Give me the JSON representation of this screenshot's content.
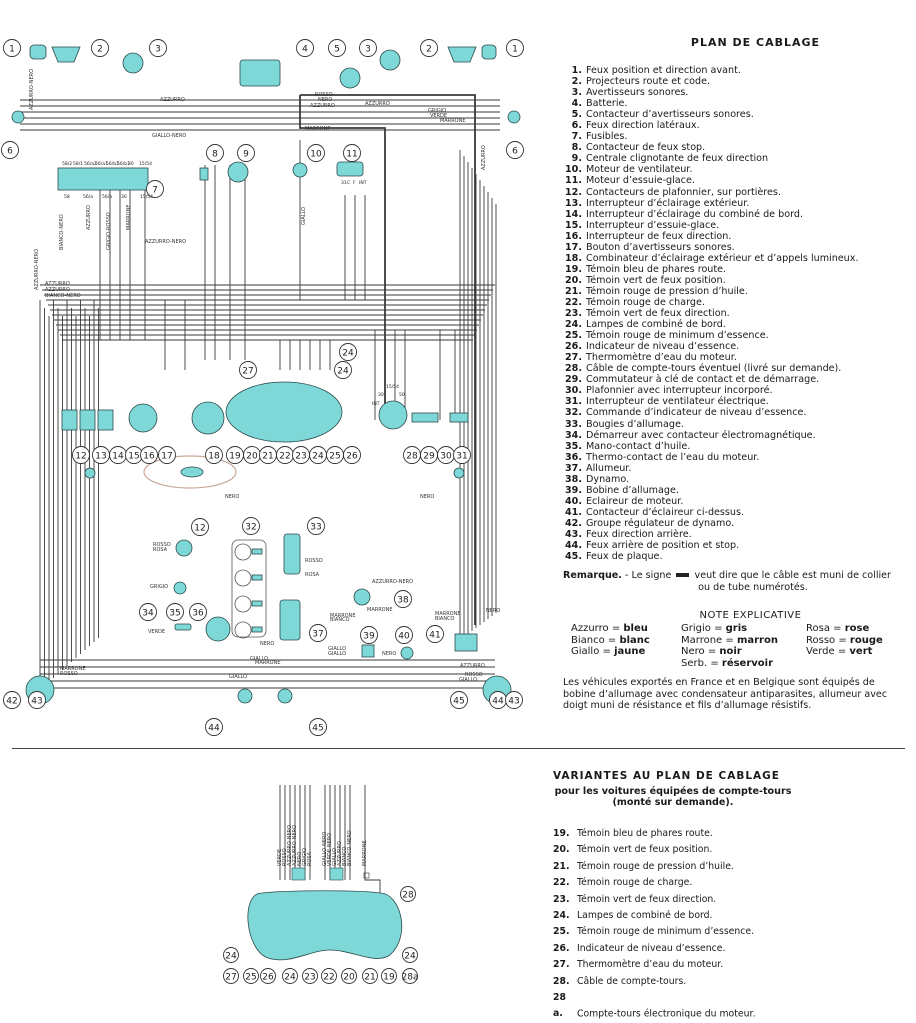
{
  "legend": {
    "title": "PLAN DE CABLAGE",
    "items": [
      {
        "num": "1.",
        "text": "Feux position et direction avant."
      },
      {
        "num": "2.",
        "text": "Projecteurs route et code."
      },
      {
        "num": "3.",
        "text": "Avertisseurs sonores."
      },
      {
        "num": "4.",
        "text": "Batterie."
      },
      {
        "num": "5.",
        "text": "Contacteur d’avertisseurs sonores."
      },
      {
        "num": "6.",
        "text": "Feux direction latéraux."
      },
      {
        "num": "7.",
        "text": "Fusibles."
      },
      {
        "num": "8.",
        "text": "Contacteur de feux stop."
      },
      {
        "num": "9.",
        "text": "Centrale clignotante de feux direction"
      },
      {
        "num": "10.",
        "text": "Moteur de ventilateur."
      },
      {
        "num": "11.",
        "text": "Moteur d’essuie-glace."
      },
      {
        "num": "12.",
        "text": "Contacteurs de plafonnier, sur portières."
      },
      {
        "num": "13.",
        "text": "Interrupteur d’éclairage extérieur."
      },
      {
        "num": "14.",
        "text": "Interrupteur d’éclairage du combiné de bord."
      },
      {
        "num": "15.",
        "text": "Interrupteur d’essuie-glace."
      },
      {
        "num": "16.",
        "text": "Interrupteur de feux direction."
      },
      {
        "num": "17.",
        "text": "Bouton d’avertisseurs sonores."
      },
      {
        "num": "18.",
        "text": "Combinateur d’éclairage extérieur et d’appels lumineux."
      },
      {
        "num": "19.",
        "text": "Témoin bleu de phares route."
      },
      {
        "num": "20.",
        "text": "Témoin vert de feux position."
      },
      {
        "num": "21.",
        "text": "Témoin rouge de pression d’huile."
      },
      {
        "num": "22.",
        "text": "Témoin rouge de charge."
      },
      {
        "num": "23.",
        "text": "Témoin vert de feux direction."
      },
      {
        "num": "24.",
        "text": "Lampes de combiné de bord."
      },
      {
        "num": "25.",
        "text": "Témoin rouge de minimum d’essence."
      },
      {
        "num": "26.",
        "text": "Indicateur de niveau d’essence."
      },
      {
        "num": "27.",
        "text": "Thermomètre d’eau du moteur."
      },
      {
        "num": "28.",
        "text": "Câble de compte-tours éventuel (livré sur demande)."
      },
      {
        "num": "29.",
        "text": "Commutateur à clé de contact et de démarrage."
      },
      {
        "num": "30.",
        "text": "Plafonnier avec interrupteur incorporé."
      },
      {
        "num": "31.",
        "text": "Interrupteur de ventilateur électrique."
      },
      {
        "num": "32.",
        "text": "Commande d’indicateur de niveau d’essence."
      },
      {
        "num": "33.",
        "text": "Bougies d’allumage."
      },
      {
        "num": "34.",
        "text": "Démarreur avec contacteur électromagnétique."
      },
      {
        "num": "35.",
        "text": "Mano-contact d’huile."
      },
      {
        "num": "36.",
        "text": "Thermo-contact de l’eau du moteur."
      },
      {
        "num": "37.",
        "text": "Allumeur."
      },
      {
        "num": "38.",
        "text": "Dynamo."
      },
      {
        "num": "39.",
        "text": "Bobine d’allumage."
      },
      {
        "num": "40.",
        "text": "Eclaireur de moteur."
      },
      {
        "num": "41.",
        "text": "Contacteur d’éclaireur ci-dessus."
      },
      {
        "num": "42.",
        "text": "Groupe régulateur de dynamo."
      },
      {
        "num": "43.",
        "text": "Feux direction arrière."
      },
      {
        "num": "44.",
        "text": "Feux arrière de position et stop."
      },
      {
        "num": "45.",
        "text": "Feux de plaque."
      }
    ],
    "remark_label": "Remarque.",
    "remark_text_a": "- Le signe",
    "remark_text_b": "veut dire que le câble est muni de collier",
    "remark_text_c": "ou de tube numérotés."
  },
  "note": {
    "title": "NOTE EXPLICATIVE",
    "colors": [
      {
        "it": "Azzurro",
        "fr": "bleu"
      },
      {
        "it": "Grigio",
        "fr": "gris"
      },
      {
        "it": "Rosa",
        "fr": "rose"
      },
      {
        "it": "Bianco",
        "fr": "blanc"
      },
      {
        "it": "Marrone",
        "fr": "marron"
      },
      {
        "it": "Rosso",
        "fr": "rouge"
      },
      {
        "it": "Giallo",
        "fr": "jaune"
      },
      {
        "it": "Nero",
        "fr": "noir"
      },
      {
        "it": "Verde",
        "fr": "vert"
      },
      {
        "it": "",
        "fr": ""
      },
      {
        "it": "Serb.",
        "fr": "réservoir"
      },
      {
        "it": "",
        "fr": ""
      }
    ],
    "equals": "=",
    "export_text": "Les véhicules exportés en France et en Belgique sont équipés de bobine d’allumage avec condensateur antiparasites, allumeur avec doigt muni de résistance et fils d’allumage résistifs."
  },
  "variant": {
    "title": "VARIANTES AU PLAN DE CABLAGE",
    "subtitle": "pour les voitures équipées de compte-tours (monté sur demande).",
    "items": [
      {
        "num": "19.",
        "text": "Témoin bleu de phares route."
      },
      {
        "num": "20.",
        "text": "Témoin vert de feux position."
      },
      {
        "num": "21.",
        "text": "Témoin rouge de pression d’huile."
      },
      {
        "num": "22.",
        "text": "Témoin rouge de charge."
      },
      {
        "num": "23.",
        "text": "Témoin vert de feux direction."
      },
      {
        "num": "24.",
        "text": "Lampes de combiné de bord."
      },
      {
        "num": "25.",
        "text": "Témoin rouge de minimum d’essence."
      },
      {
        "num": "26.",
        "text": "Indicateur de niveau d’essence."
      },
      {
        "num": "27.",
        "text": "Thermomètre d’eau du moteur."
      },
      {
        "num": "28.",
        "text": "Câble de compte-tours."
      },
      {
        "num": "28 a.",
        "text": "Compte-tours électronique du moteur."
      }
    ]
  },
  "diagram": {
    "component_color": "#7fd8d8",
    "wire_color": "#3a3a3a",
    "callouts": [
      "1",
      "2",
      "3",
      "4",
      "5",
      "3",
      "2",
      "1",
      "6",
      "6",
      "7",
      "8",
      "9",
      "10",
      "11",
      "12",
      "13",
      "14",
      "15",
      "16",
      "17",
      "18",
      "19",
      "20",
      "21",
      "22",
      "23",
      "24",
      "25",
      "26",
      "27",
      "24",
      "24",
      "28",
      "29",
      "30",
      "31",
      "12",
      "32",
      "33",
      "34",
      "35",
      "36",
      "37",
      "38",
      "39",
      "40",
      "41",
      "42",
      "43",
      "44",
      "45",
      "45",
      "44",
      "43"
    ],
    "wire_labels": {
      "azzurro": "AZZURRO",
      "azzurro_nero": "AZZURRO-NERO",
      "rosso": "ROSSO",
      "nero": "NERO",
      "grigio": "GRIGIO",
      "verde": "VERDE",
      "marrone": "MARRONE",
      "giallo": "GIALLO",
      "giallo_nero": "GIALLO-NERO",
      "bianco": "BIANCO",
      "bianco_nero": "BIANCO-NERO",
      "grigio_rosso": "GRIGIO-ROSSO",
      "rosa": "ROSA"
    },
    "fuse_labels": [
      "58/2",
      "58/1",
      "56/a2",
      "56/a1",
      "56/b2",
      "56/b1",
      "30",
      "15/54"
    ],
    "fuse_bottom_labels": [
      "58",
      "56/a",
      "56/b",
      "30",
      "15/54"
    ],
    "wiper_terminals": [
      "31",
      "C",
      "F",
      "INT"
    ],
    "key_terminals": [
      "30",
      "15/54",
      "50",
      "INT"
    ],
    "variant_callouts": [
      "28",
      "24",
      "24",
      "27",
      "25",
      "26",
      "24",
      "23",
      "22",
      "20",
      "21",
      "19",
      "28a"
    ],
    "variant_wire_labels_left": [
      "VERDE",
      "ROSSO",
      "AZZURRO-NERO",
      "AZZURRO-NERO",
      "NERO",
      "GRIGIO",
      "ROSA"
    ],
    "variant_wire_labels_right": [
      "GIALLO-NERO",
      "VERDE-NERO",
      "GIALLO",
      "AZZURRO",
      "BIANCO",
      "BIANCO-NERO"
    ],
    "variant_wire_label_marrone": "MARRONE"
  }
}
